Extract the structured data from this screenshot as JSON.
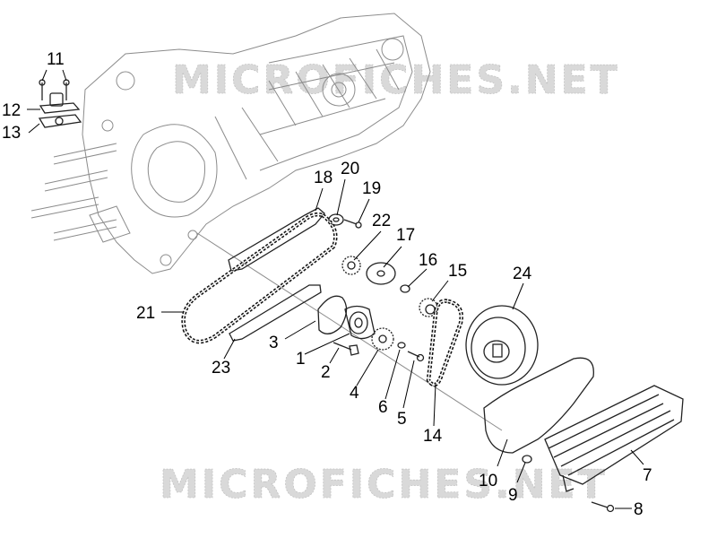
{
  "watermarks": [
    "MICROFICHES.NET",
    "MICROFICHES.NET"
  ],
  "callouts": [
    "1",
    "2",
    "3",
    "4",
    "5",
    "6",
    "7",
    "8",
    "9",
    "10",
    "11",
    "12",
    "13",
    "14",
    "15",
    "16",
    "17",
    "18",
    "19",
    "20",
    "21",
    "22",
    "23",
    "24"
  ],
  "colors": {
    "line": "#222222",
    "ghost": "#8c8c8c",
    "watermark": "#d9d9d9",
    "background": "#ffffff"
  }
}
